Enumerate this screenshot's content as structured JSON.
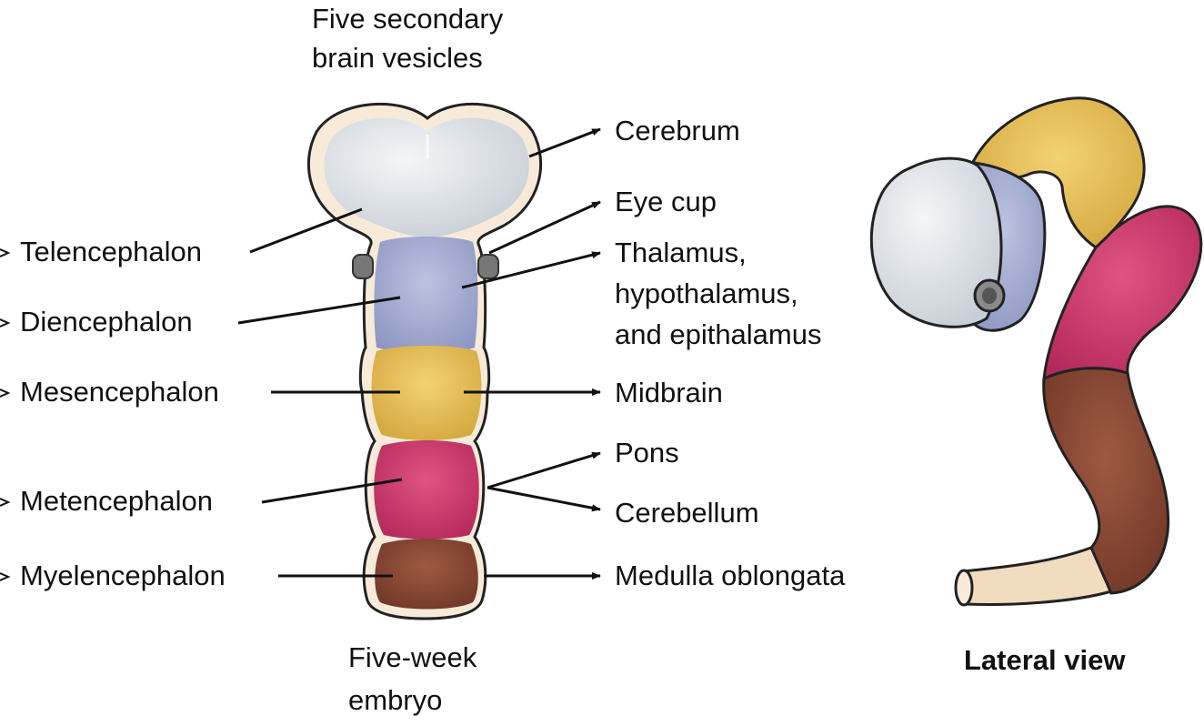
{
  "titles": {
    "top_line1": "Five secondary",
    "top_line2": "brain vesicles",
    "bottom_line1": "Five-week",
    "bottom_line2": "embryo",
    "lateral": "Lateral view"
  },
  "left_labels": {
    "telencephalon": "Telencephalon",
    "diencephalon": "Diencephalon",
    "mesencephalon": "Mesencephalon",
    "metencephalon": "Metencephalon",
    "myelencephalon": "Myelencephalon"
  },
  "right_labels": {
    "cerebrum": "Cerebrum",
    "eye_cup": "Eye cup",
    "thalamus_line1": "Thalamus,",
    "thalamus_line2": "hypothalamus,",
    "thalamus_line3": "and epithalamus",
    "midbrain": "Midbrain",
    "pons": "Pons",
    "cerebellum": "Cerebellum",
    "medulla": "Medulla oblongata"
  },
  "colors": {
    "telencephalon": "#dfe4e8",
    "diencephalon": "#a9b1d4",
    "mesencephalon": "#e7c25c",
    "metencephalon": "#d23c70",
    "myelencephalon": "#8a4a35",
    "outline": "#222222",
    "wall": "#f7ead9",
    "spinal_cord": "#f1dcc0",
    "eye": "#777777"
  }
}
